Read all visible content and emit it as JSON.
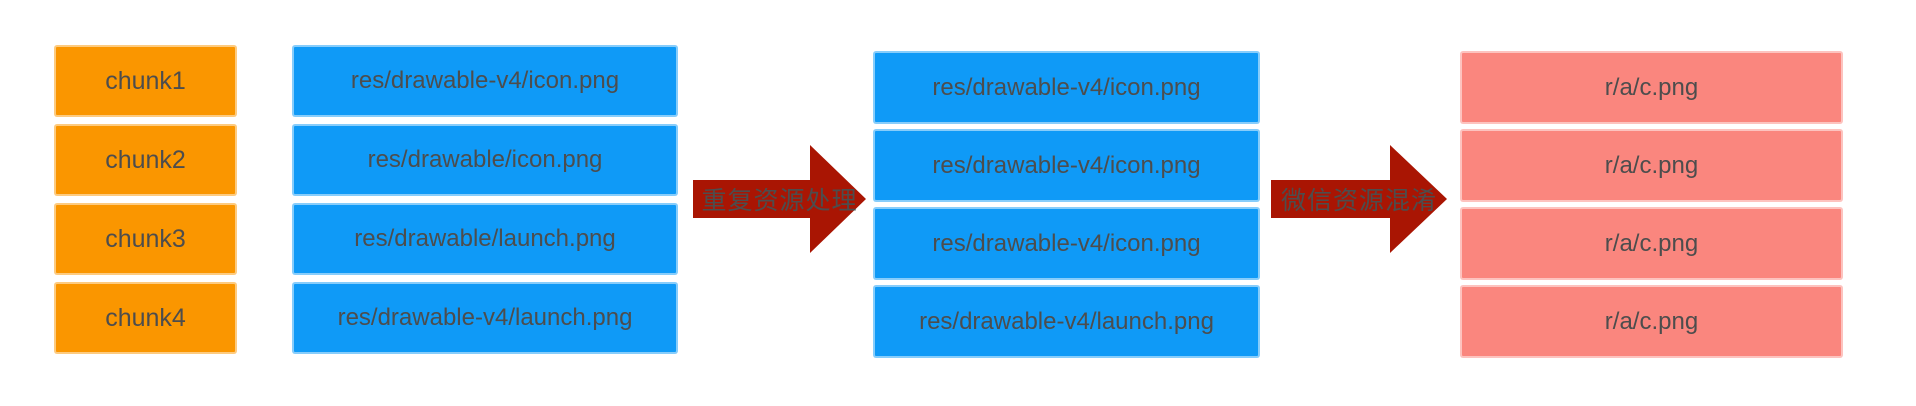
{
  "diagram": {
    "colors": {
      "chunk-fill": "#FA9600",
      "resource-fill": "#0F9AF7",
      "obfuscated-fill": "#FA867E",
      "arrow-fill": "#A91503",
      "text-dark": "#4D4D4D"
    },
    "columns": {
      "chunks": {
        "items": [
          "chunk1",
          "chunk2",
          "chunk3",
          "chunk4"
        ]
      },
      "resources_before": {
        "items": [
          "res/drawable-v4/icon.png",
          "res/drawable/icon.png",
          "res/drawable/launch.png",
          "res/drawable-v4/launch.png"
        ]
      },
      "resources_deduped": {
        "items": [
          "res/drawable-v4/icon.png",
          "res/drawable-v4/icon.png",
          "res/drawable-v4/icon.png",
          "res/drawable-v4/launch.png"
        ]
      },
      "resources_obfuscated": {
        "items": [
          "r/a/c.png",
          "r/a/c.png",
          "r/a/c.png",
          "r/a/c.png"
        ]
      }
    },
    "arrows": {
      "dedupe": {
        "label": "重复资源处理"
      },
      "obfuscate": {
        "label": "微信资源混淆"
      }
    }
  }
}
